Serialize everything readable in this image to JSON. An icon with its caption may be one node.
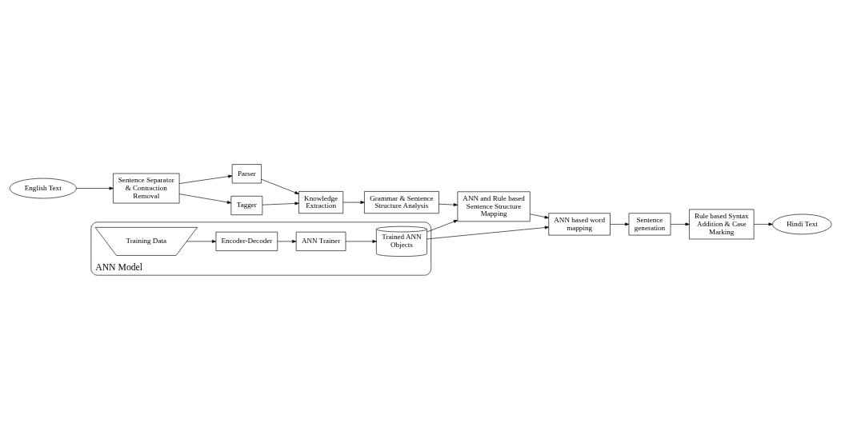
{
  "diagram": {
    "nodes": [
      {
        "text": [
          "English Text"
        ]
      },
      {
        "text": [
          "Sentence Separator & Contraction Removal"
        ]
      },
      {
        "text": [
          "Parser"
        ]
      },
      {
        "text": [
          "Tagger"
        ]
      },
      {
        "text": [
          "Knowledge Extraction"
        ]
      },
      {
        "text": [
          "ANN Model"
        ]
      },
      {
        "text": [
          "Training Data"
        ],
        "in": 5
      },
      {
        "text": [
          "Encoder-Decoder"
        ],
        "in": 5
      },
      {
        "text": [
          "ANN Trainer"
        ],
        "in": 5
      },
      {
        "text": [
          "Trained ANN Objects"
        ],
        "in": 5
      },
      {
        "text": [
          "Grammar & Sentence Structure Analysis"
        ]
      },
      {
        "text": [
          "ANN and Rule based Sentence Structure Mapping"
        ]
      },
      {
        "text": [
          "ANN based word mapping"
        ]
      },
      {
        "text": [
          "Sentence generation"
        ]
      },
      {
        "text": [
          "Rule based Syntax Addition & Case Marking"
        ]
      },
      {
        "text": [
          "Hindi Text"
        ]
      }
    ],
    "edges": [
      {
        "from": 0,
        "to": 1,
        "arrow": "to"
      },
      {
        "from": 1,
        "to": 2,
        "arrow": "to"
      },
      {
        "from": 1,
        "to": 3,
        "arrow": "to"
      },
      {
        "from": 2,
        "to": 4,
        "arrow": "to"
      },
      {
        "from": 3,
        "to": 4,
        "arrow": "to"
      },
      {
        "from": 4,
        "to": 10,
        "arrow": "to"
      },
      {
        "from": 6,
        "to": 7,
        "arrow": "to"
      },
      {
        "from": 7,
        "to": 8,
        "arrow": "to"
      },
      {
        "from": 8,
        "to": 9,
        "arrow": "to"
      },
      {
        "from": 10,
        "to": 11,
        "arrow": "to"
      },
      {
        "from": 9,
        "to": 11,
        "arrow": "to"
      },
      {
        "from": 9,
        "to": 12,
        "arrow": "to"
      },
      {
        "from": 11,
        "to": 12,
        "arrow": "to"
      },
      {
        "from": 12,
        "to": 13,
        "arrow": "to"
      },
      {
        "from": 13,
        "to": 14,
        "arrow": "to"
      },
      {
        "from": 14,
        "to": 15,
        "arrow": "to"
      }
    ]
  }
}
